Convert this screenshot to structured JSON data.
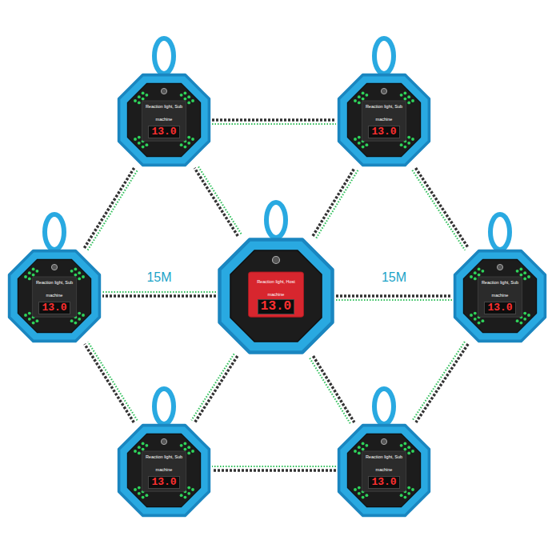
{
  "diagram": {
    "nodes": [
      {
        "text": [
          "Reaction light, Sub machine",
          "13.0"
        ]
      },
      {
        "text": [
          "Reaction light, Sub machine",
          "13.0"
        ]
      },
      {
        "text": [
          "Reaction light, Sub machine",
          "13.0"
        ]
      },
      {
        "text": [
          "Reaction light, Host machine",
          "13.0"
        ]
      },
      {
        "text": [
          "Reaction light, Sub machine",
          "13.0"
        ]
      },
      {
        "text": [
          "Reaction light, Sub machine",
          "13.0"
        ]
      },
      {
        "text": [
          "Reaction light, Sub machine",
          "13.0"
        ]
      }
    ],
    "edges": [
      {
        "from": 0,
        "to": 1,
        "arrow": "none"
      },
      {
        "from": 1,
        "to": 4,
        "arrow": "none"
      },
      {
        "from": 3,
        "to": 2,
        "label": "15M",
        "arrow": "none"
      },
      {
        "from": 3,
        "to": 4,
        "label": "15M",
        "arrow": "none"
      },
      {
        "from": 4,
        "to": 6,
        "arrow": "none"
      },
      {
        "from": 6,
        "to": 5,
        "arrow": "none"
      },
      {
        "from": 5,
        "to": 2,
        "arrow": "none"
      },
      {
        "from": 2,
        "to": 0,
        "arrow": "none"
      },
      {
        "from": 3,
        "to": 0,
        "arrow": "none"
      },
      {
        "from": 3,
        "to": 1,
        "arrow": "none"
      },
      {
        "from": 3,
        "to": 5,
        "arrow": "none"
      },
      {
        "from": 3,
        "to": 6,
        "arrow": "none"
      }
    ]
  }
}
